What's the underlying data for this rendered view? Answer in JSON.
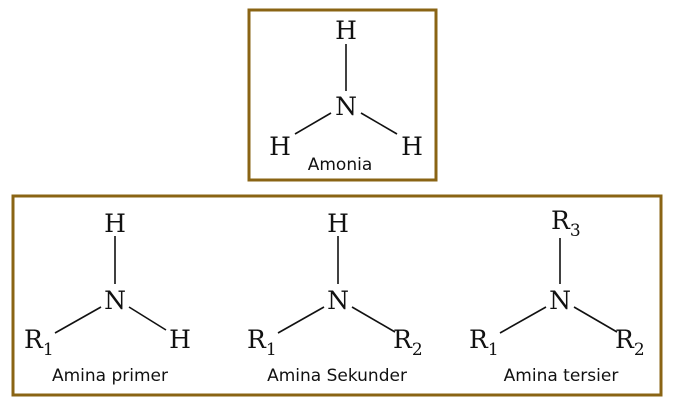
{
  "top_box": {
    "atoms": {
      "top": "H",
      "center": "N",
      "left": "H",
      "right": "H"
    },
    "caption": "Amonia"
  },
  "bottom_box": {
    "primary": {
      "atoms": {
        "top": "H",
        "center": "N",
        "left": "R",
        "left_sub": "1",
        "right": "H"
      },
      "caption": "Amina primer"
    },
    "secondary": {
      "atoms": {
        "top": "H",
        "center": "N",
        "left": "R",
        "left_sub": "1",
        "right": "R",
        "right_sub": "2"
      },
      "caption": "Amina Sekunder"
    },
    "tertiary": {
      "atoms": {
        "top": "R",
        "top_sub": "3",
        "center": "N",
        "left": "R",
        "left_sub": "1",
        "right": "R",
        "right_sub": "2"
      },
      "caption": "Amina tersier"
    }
  },
  "colors": {
    "frame": "#8a6414",
    "text": "#111111"
  }
}
